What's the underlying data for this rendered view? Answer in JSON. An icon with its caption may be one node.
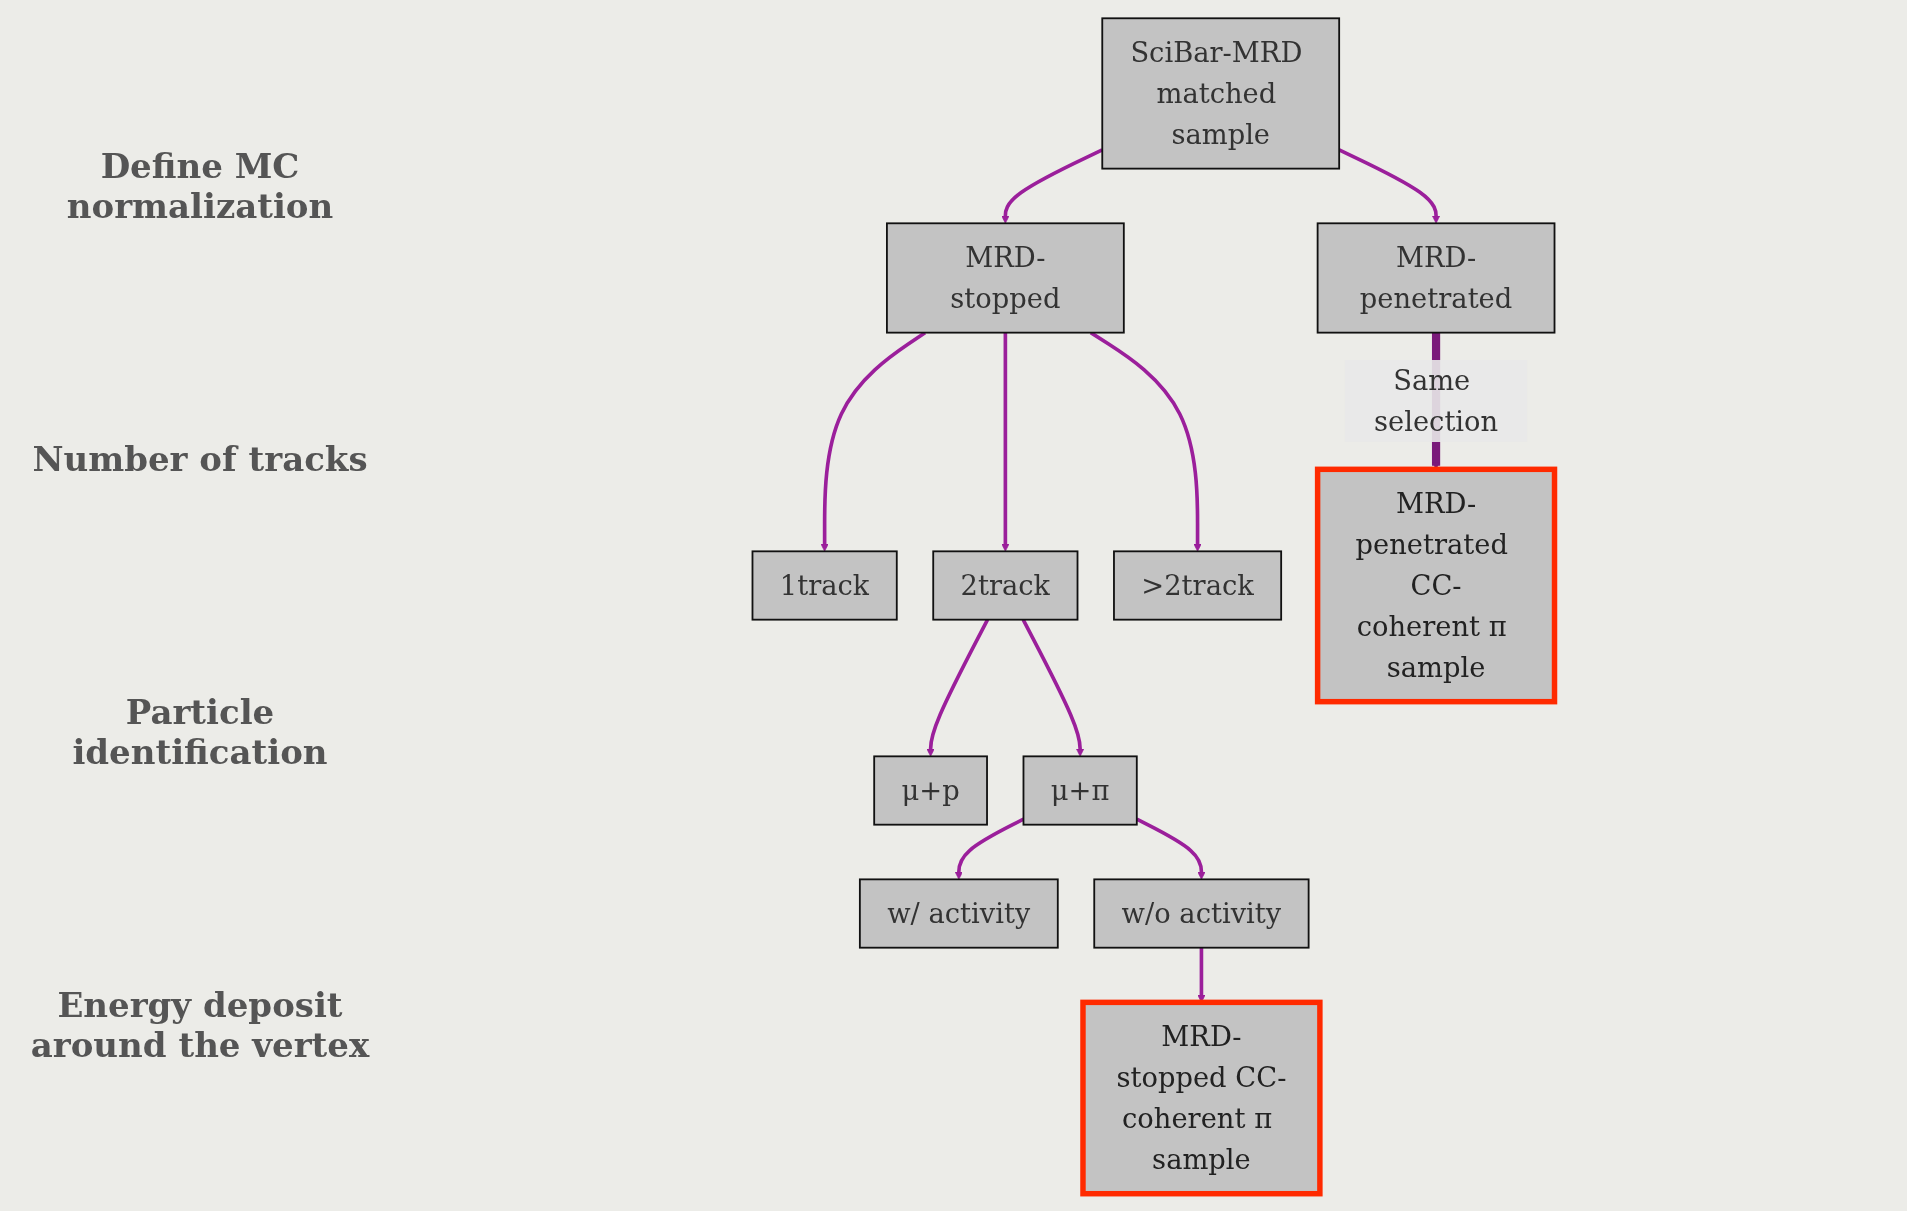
{
  "diagram": {
    "nodes": [
      {
        "text": [
          "SciBar-MRD matched sample"
        ]
      },
      {
        "text": [
          "MRD-stopped"
        ]
      },
      {
        "text": [
          "MRD-penetrated"
        ]
      },
      {
        "text": [
          "1track"
        ]
      },
      {
        "text": [
          "2track"
        ]
      },
      {
        "text": [
          ">2track"
        ]
      },
      {
        "text": [
          "μ+p"
        ]
      },
      {
        "text": [
          "μ+π"
        ]
      },
      {
        "text": [
          "w/ activity"
        ]
      },
      {
        "text": [
          "w/o activity"
        ]
      },
      {
        "text": [
          "MRD-stopped CC-coherent π sample"
        ]
      },
      {
        "text": [
          "MRD-penetrated CC-coherent π sample"
        ]
      }
    ],
    "edges": [
      {
        "from": 0,
        "to": 1,
        "arrow": "to"
      },
      {
        "from": 0,
        "to": 2,
        "arrow": "to"
      },
      {
        "from": 1,
        "to": 3,
        "arrow": "to"
      },
      {
        "from": 1,
        "to": 4,
        "arrow": "to"
      },
      {
        "from": 1,
        "to": 5,
        "arrow": "to"
      },
      {
        "from": 4,
        "to": 6,
        "arrow": "to"
      },
      {
        "from": 4,
        "to": 7,
        "arrow": "to"
      },
      {
        "from": 7,
        "to": 8,
        "arrow": "to"
      },
      {
        "from": 7,
        "to": 9,
        "arrow": "to"
      },
      {
        "from": 9,
        "to": 10,
        "arrow": "to"
      },
      {
        "from": 2,
        "to": 11,
        "arrow": "to",
        "label": "Same selection",
        "style": "thick",
        "color": "#7a1a7a"
      }
    ],
    "labels": [
      "Define MC normalization",
      "Number of tracks",
      "Particle identification",
      "Energy deposit around the vertex"
    ]
  }
}
